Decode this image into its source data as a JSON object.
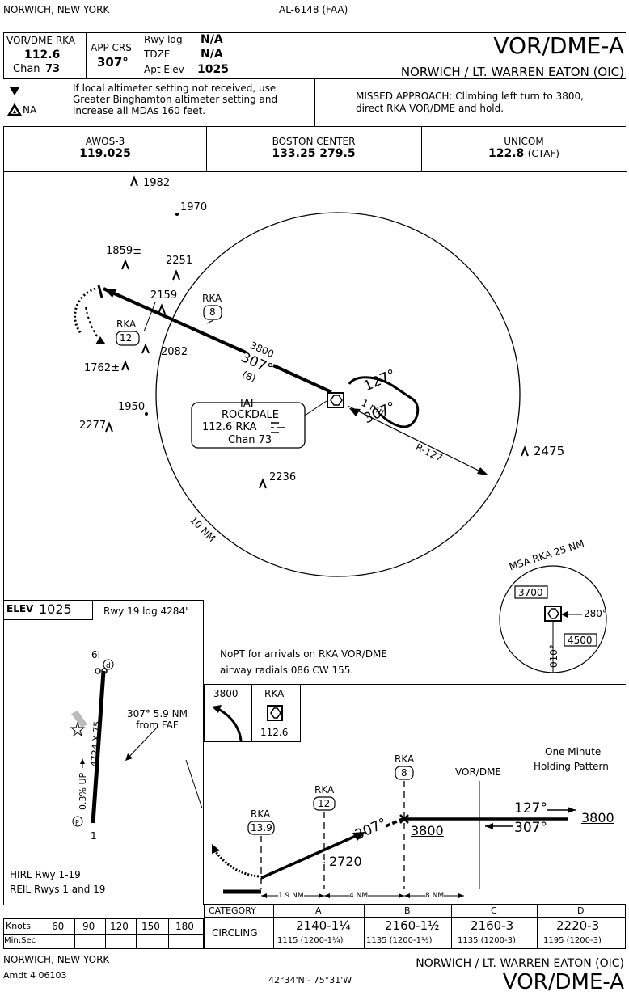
{
  "header": {
    "location": "NORWICH, NEW YORK",
    "doc_number": "AL-6148 (FAA)",
    "procedure": "VOR/DME-A",
    "airport": "NORWICH / LT. WARREN EATON (OIC)"
  },
  "briefing": {
    "nav_name": "VOR/DME RKA",
    "nav_freq": "112.6",
    "chan_label": "Chan",
    "chan_value": "73",
    "app_crs_label": "APP CRS",
    "app_crs_value": "307°",
    "rwy_ldg_label": "Rwy ldg",
    "rwy_ldg_value": "N/A",
    "tdze_label": "TDZE",
    "tdze_value": "N/A",
    "apt_elev_label": "Apt Elev",
    "apt_elev_value": "1025",
    "na_label": "NA",
    "altimeter_note_1": "If local altimeter setting not received, use",
    "altimeter_note_2": "Greater Binghamton altimeter setting and",
    "altimeter_note_3": "increase all MDAs 160 feet.",
    "missed_1": "MISSED APPROACH: Climbing left turn to 3800,",
    "missed_2": "direct RKA VOR/DME and hold."
  },
  "comms": [
    {
      "name": "AWOS-3",
      "freq": "119.025",
      "extra": ""
    },
    {
      "name": "BOSTON CENTER",
      "freq": "133.25  279.5",
      "extra": ""
    },
    {
      "name": "UNICOM",
      "freq": "122.8",
      "extra": "(CTAF)"
    }
  ],
  "plan": {
    "obstacles": [
      "1982",
      "1970",
      "1859±",
      "2251",
      "2159",
      "2082",
      "1762±",
      "1950",
      "2277",
      "2236",
      "2475"
    ],
    "fixes": [
      {
        "name": "RKA",
        "dme": "8"
      },
      {
        "name": "RKA",
        "dme": "12"
      }
    ],
    "leg_alt": "3800",
    "leg_course": "307°",
    "leg_dist": "(8)",
    "hold_out": "127°",
    "hold_time": "1 min",
    "hold_in": "307°",
    "radial": "R-127",
    "iaf_label": "IAF",
    "iaf_name": "ROCKDALE",
    "iaf_freq": "112.6 RKA",
    "iaf_chan": "Chan 73",
    "ring_label": "10 NM",
    "msa_label": "MSA RKA 25 NM",
    "msa_alt_1": "3700",
    "msa_alt_2": "4500",
    "msa_bearing_1": "280°",
    "msa_bearing_2": "010°"
  },
  "airport_sketch": {
    "elev_label": "ELEV",
    "elev_value": "1025",
    "rwy_ldg": "Rwy 19 ldg 4284'",
    "rwy_top": "6I",
    "rwy_bottom": "1",
    "rwy_dims": "4724 X 75",
    "grade": "0.3% UP",
    "faf_note_1": "307° 5.9 NM",
    "faf_note_2": "from FAF",
    "hirl": "HIRL Rwy 1-19",
    "reil": "REIL Rwys 1 and 19"
  },
  "profile": {
    "nopt_1": "NoPT for arrivals on RKA VOR/DME",
    "nopt_2": "airway radials 086 CW 155.",
    "missed_alt": "3800",
    "missed_fix": "RKA",
    "missed_freq": "112.6",
    "holding_1": "One Minute",
    "holding_2": "Holding Pattern",
    "vor_label": "VOR/DME",
    "fix_a_name": "RKA",
    "fix_a_dme": "13.9",
    "fix_b_name": "RKA",
    "fix_b_dme": "12",
    "fix_c_name": "RKA",
    "fix_c_dme": "8",
    "course": "307°",
    "min_alt": "2720",
    "faf_alt": "3800",
    "hold_out": "127°",
    "hold_in": "307°",
    "hold_alt": "3800",
    "dist_1": "1.9 NM",
    "dist_2": "4 NM",
    "dist_3": "8 NM"
  },
  "minimums": {
    "category_label": "CATEGORY",
    "categories": [
      "A",
      "B",
      "C",
      "D"
    ],
    "row_label": "CIRCLING",
    "values": [
      "2140-1¼",
      "2160-1½",
      "2160-3",
      "2220-3"
    ],
    "sub_values": [
      "1115 (1200-1¼)",
      "1135 (1200-1½)",
      "1135 (1200-3)",
      "1195 (1200-3)"
    ]
  },
  "timing": {
    "knots_label": "Knots",
    "minsec_label": "Min:Sec",
    "speeds": [
      "60",
      "90",
      "120",
      "150",
      "180"
    ]
  },
  "footer": {
    "location": "NORWICH, NEW YORK",
    "amendment": "Amdt 4  06103",
    "coords": "42°34'N - 75°31'W",
    "airport": "NORWICH / LT. WARREN EATON (OIC)",
    "procedure": "VOR/DME-A"
  }
}
